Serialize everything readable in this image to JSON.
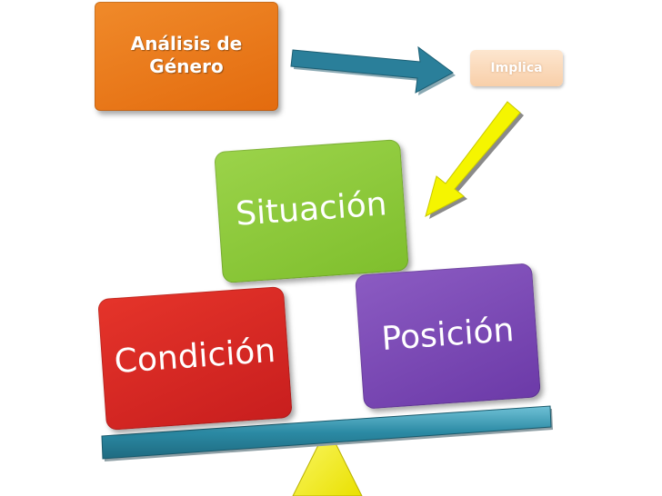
{
  "diagram": {
    "analisis": {
      "line1": "Análisis de",
      "line2": "Género"
    },
    "implica": "Implica",
    "situacion": "Situación",
    "condicion": "Condición",
    "posicion": "Posición"
  },
  "colors": {
    "orange": "#e36b0e",
    "peach": "#f8cfa9",
    "green": "#7fbf2d",
    "red": "#c81e1e",
    "purple": "#6c3aa8",
    "teal_arrow": "#2a7f9a",
    "yellow_arrow": "#f5f500",
    "beam": "#2b8aa4",
    "fulcrum": "#f3ef2a"
  }
}
